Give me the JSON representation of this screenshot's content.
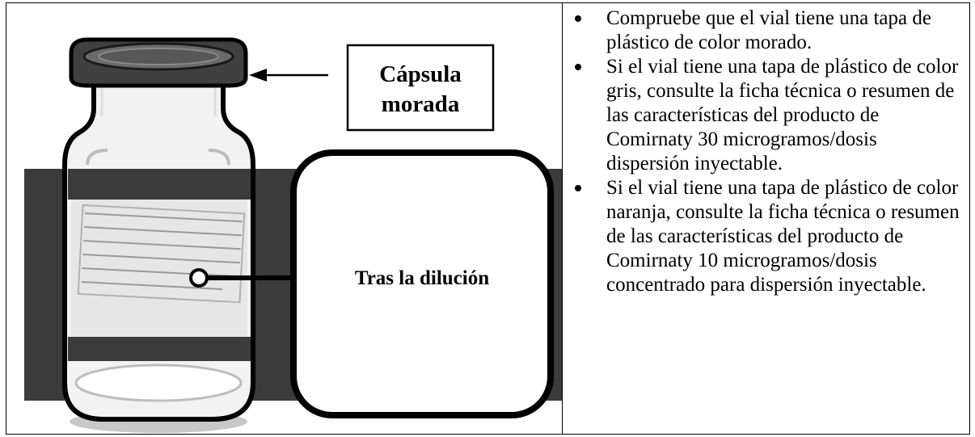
{
  "figure": {
    "cap_label_line1": "Cápsula",
    "cap_label_line2": "morada",
    "callout_label": "Tras la dilución"
  },
  "instructions": {
    "items": [
      "Compruebe que el vial tiene una tapa de plástico de color morado.",
      "Si el vial tiene una tapa de plástico de color gris, consulte la ficha técnica o resumen de las características del producto de Comirnaty 30 microgramos/dosis dispersión inyectable.",
      "Si el vial tiene una tapa de plástico de color naranja, consulte la ficha técnica o resumen de las características del producto de Comirnaty 10 microgramos/dosis concentrado para dispersión inyectable."
    ]
  },
  "colors": {
    "band": "#3b3b3b",
    "cap": "#404040",
    "glass": "#f2f2f2",
    "label": "#e6e6e6"
  }
}
